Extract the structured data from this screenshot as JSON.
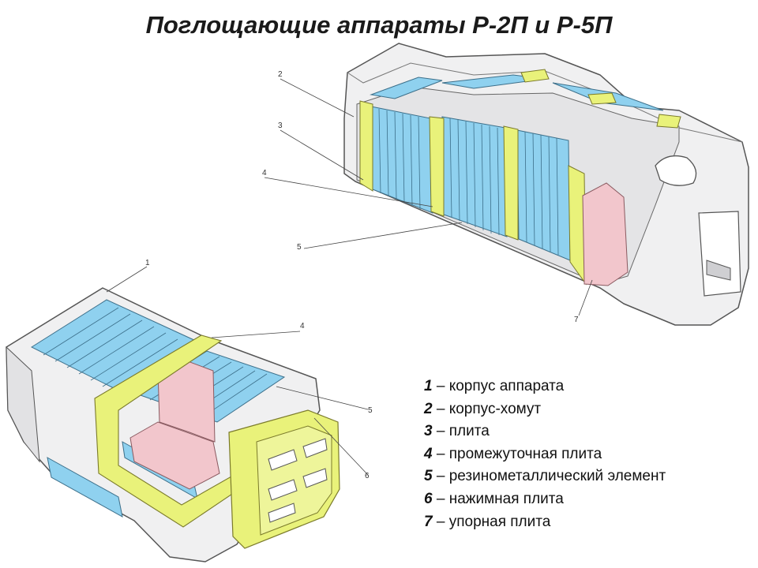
{
  "title": "Поглощающие аппараты Р-2П и Р-5П",
  "callouts": {
    "top_2": "2",
    "top_3": "3",
    "top_4": "4",
    "top_5": "5",
    "top_7": "7",
    "bottom_1": "1",
    "bottom_4": "4",
    "bottom_5": "5",
    "bottom_6": "6"
  },
  "legend": {
    "separator": "–",
    "items": [
      {
        "num": "1",
        "text": "корпус аппарата"
      },
      {
        "num": "2",
        "text": "корпус-хомут"
      },
      {
        "num": "3",
        "text": "плита"
      },
      {
        "num": "4",
        "text": "промежуточная плита"
      },
      {
        "num": "5",
        "text": "резинометаллический элемент"
      },
      {
        "num": "6",
        "text": "нажимная плита"
      },
      {
        "num": "7",
        "text": "упорная плита"
      }
    ]
  },
  "colors": {
    "rubber_blue": "#8fd1ef",
    "plate_yellow": "#e9f27a",
    "thrust_pink": "#f2c6cc",
    "housing_gray": "#f0f0f1",
    "outline": "#555555"
  }
}
